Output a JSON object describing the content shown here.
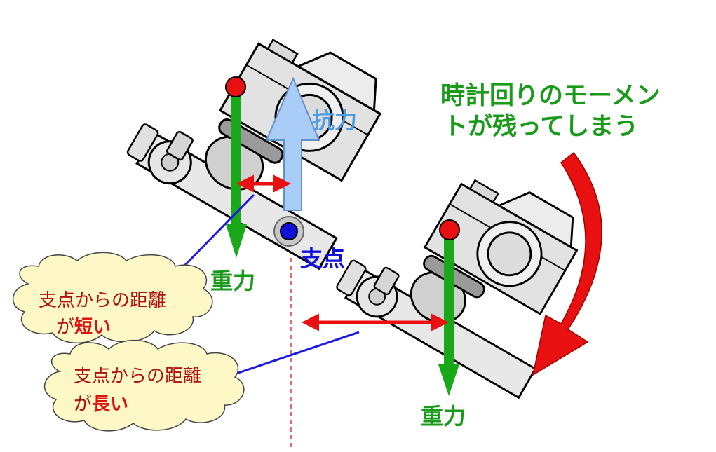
{
  "colors": {
    "gravity": "#18a818",
    "resistance": "#a9cdf7",
    "resistance_text": "#4d9de0",
    "pivot": "#1010d8",
    "distance_arrow": "#e81010",
    "moment": "#e81010",
    "moment_text": "#1a9a1a",
    "cloud_fill": "#fdf8c6",
    "leader_line": "#1a1ae0",
    "dashed_line": "#d04040",
    "cloud_text": "#b01010",
    "cloud_emphasis": "#e01010"
  },
  "labels": {
    "moment_line1": "時計回りのモーメン",
    "moment_line2": "トが残ってしまう",
    "resistance": "抗力",
    "pivot": "支点",
    "gravity_left": "重力",
    "gravity_right": "重力"
  },
  "callouts": {
    "short": {
      "line1": "支点からの距離",
      "prefix": "が",
      "emphasis": "短い"
    },
    "long": {
      "line1": "支点からの距離",
      "prefix": "が",
      "emphasis": "長い"
    }
  },
  "icons": [
    "camera-icon",
    "dolly-wheel-icon",
    "pivot-point-icon",
    "clockwise-arrow-icon"
  ]
}
